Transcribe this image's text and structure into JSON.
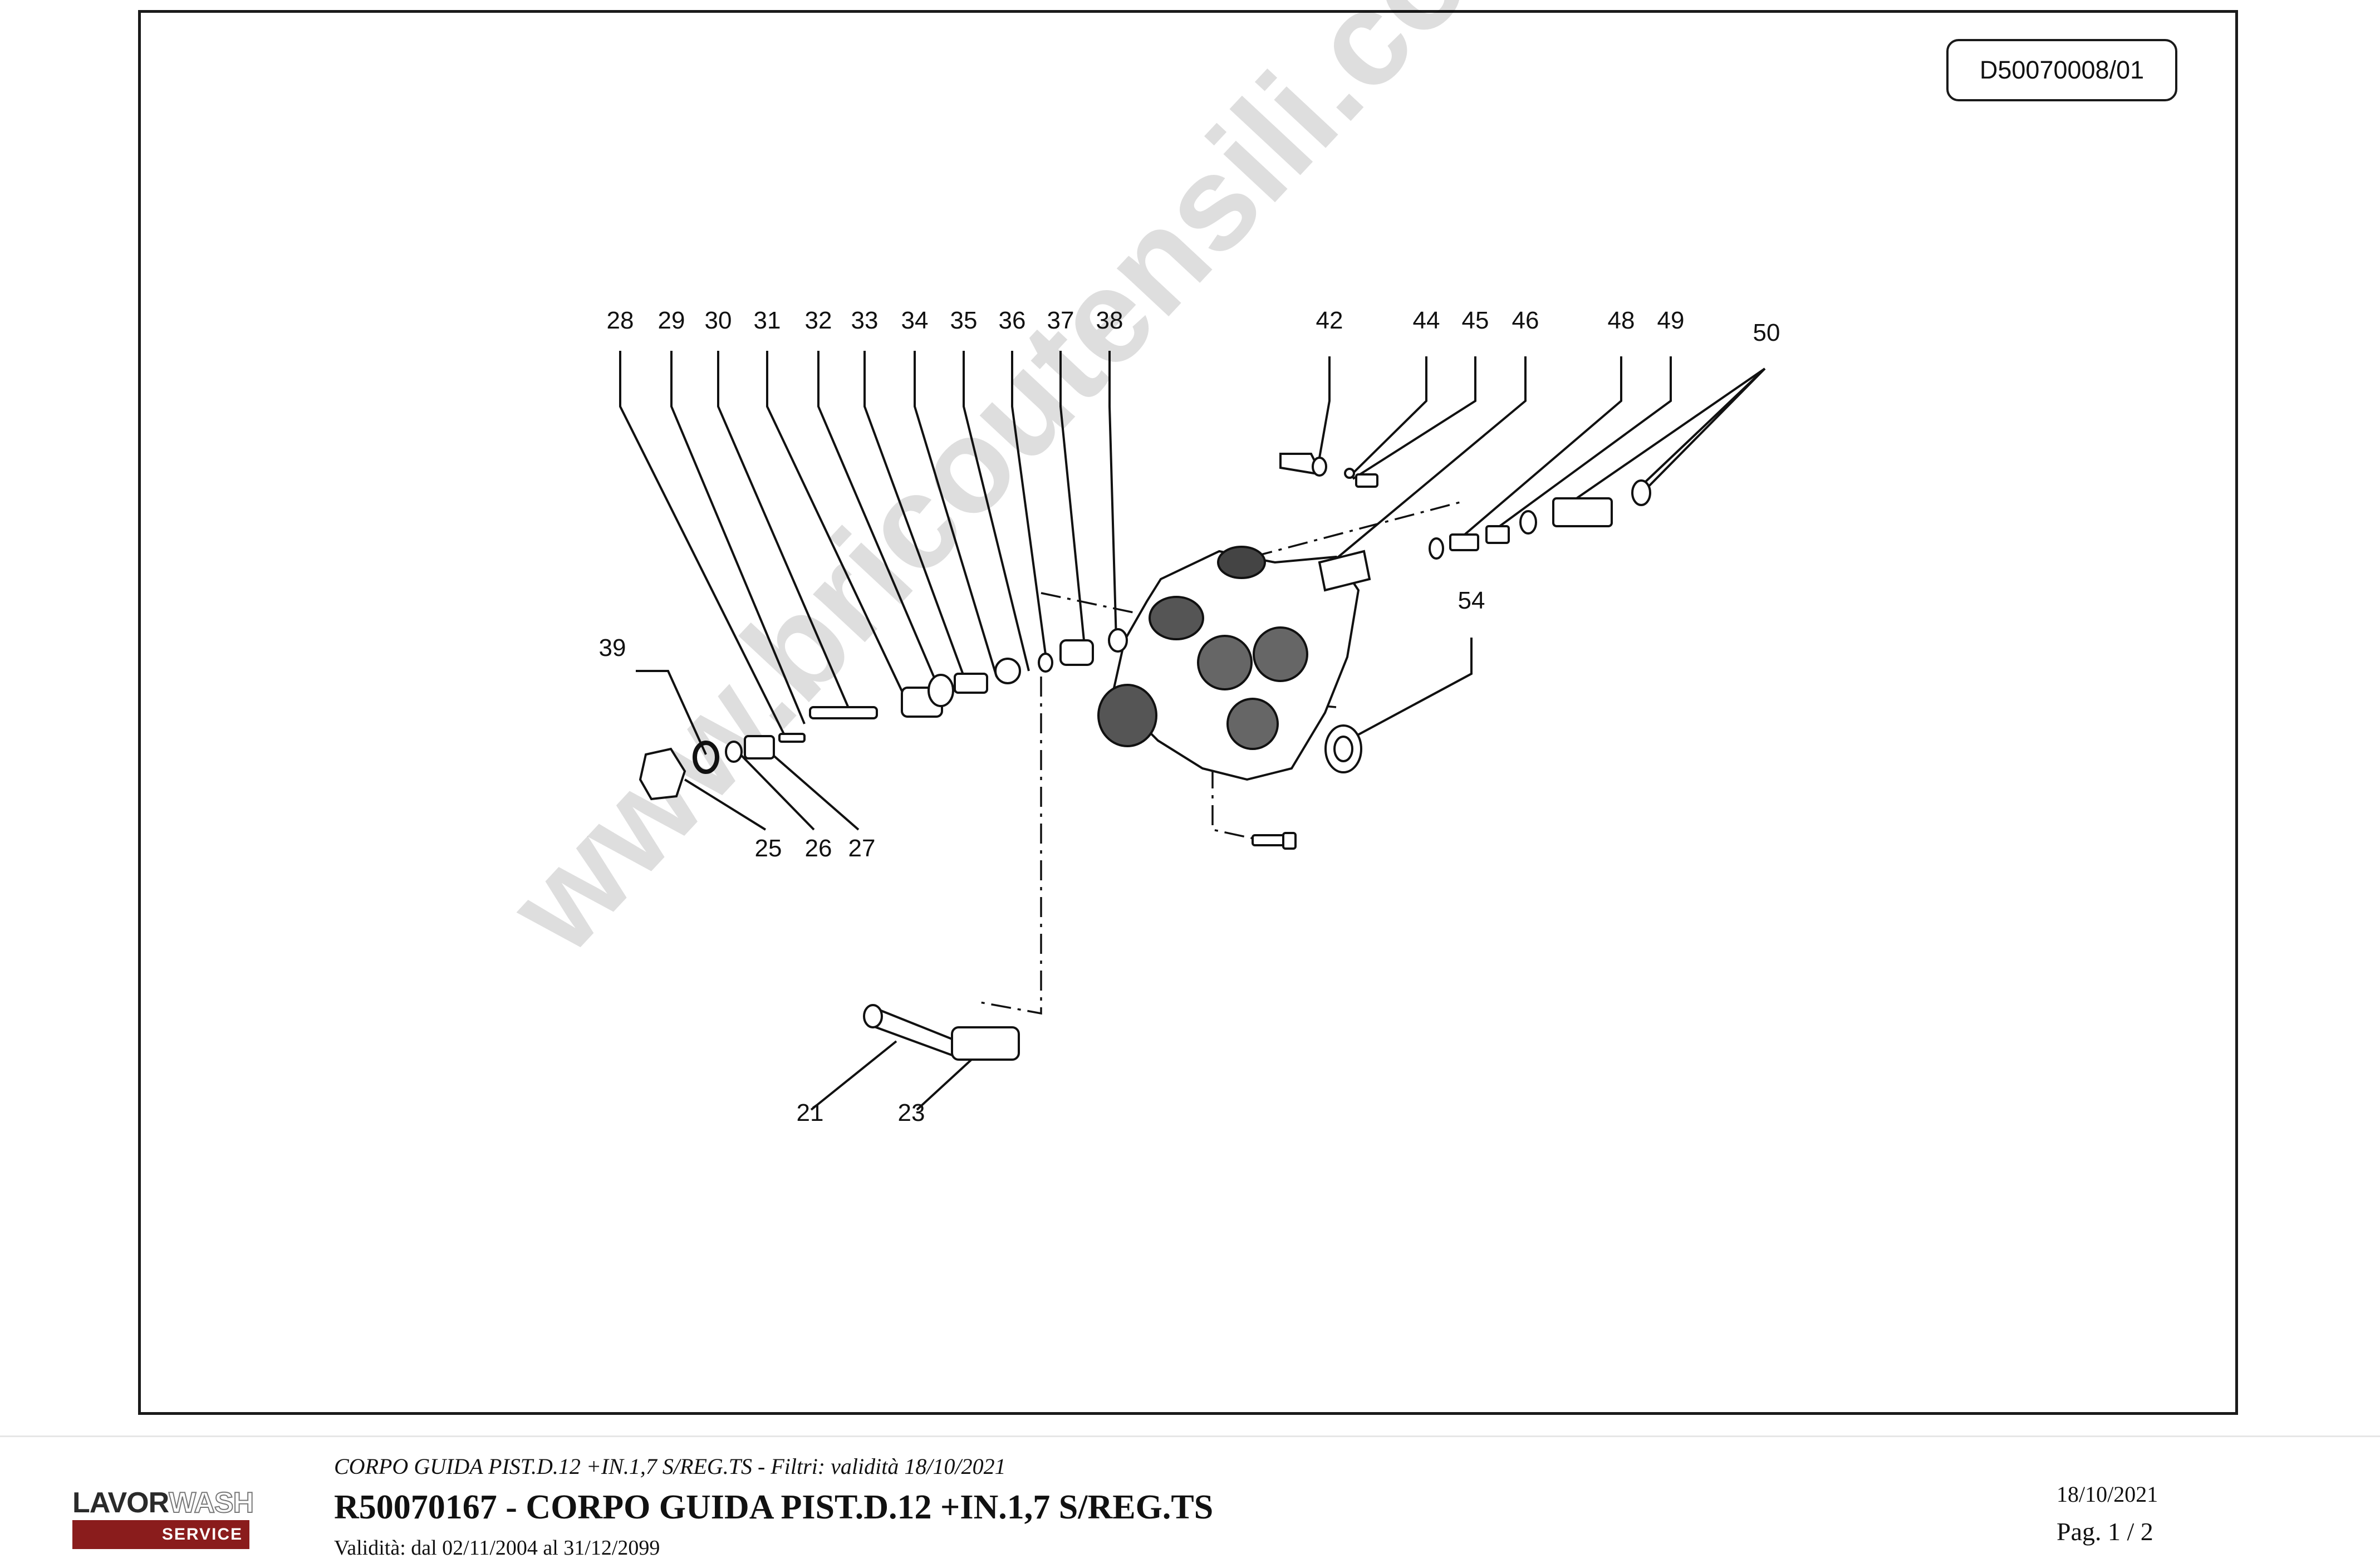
{
  "drawing_code": "D50070008/01",
  "callouts": {
    "n28": "28",
    "n29": "29",
    "n30": "30",
    "n31": "31",
    "n32": "32",
    "n33": "33",
    "n34": "34",
    "n35": "35",
    "n36": "36",
    "n37": "37",
    "n38": "38",
    "n42": "42",
    "n44": "44",
    "n45": "45",
    "n46": "46",
    "n48": "48",
    "n49": "49",
    "n50": "50",
    "n54": "54",
    "n39": "39",
    "n25": "25",
    "n26": "26",
    "n27": "27",
    "n21": "21",
    "n23": "23"
  },
  "watermark": "www.bricoutensili.com",
  "footer": {
    "logo_lavor": "LAVOR",
    "logo_wash": "WASH",
    "logo_service": "SERVICE",
    "subtitle": "CORPO GUIDA PIST.D.12 +IN.1,7 S/REG.TS - Filtri: validità 18/10/2021",
    "title": "R50070167 - CORPO GUIDA PIST.D.12 +IN.1,7 S/REG.TS",
    "validity": "Validità: dal 02/11/2004 al 31/12/2099",
    "date": "18/10/2021",
    "page": "Pag. 1 / 2"
  }
}
